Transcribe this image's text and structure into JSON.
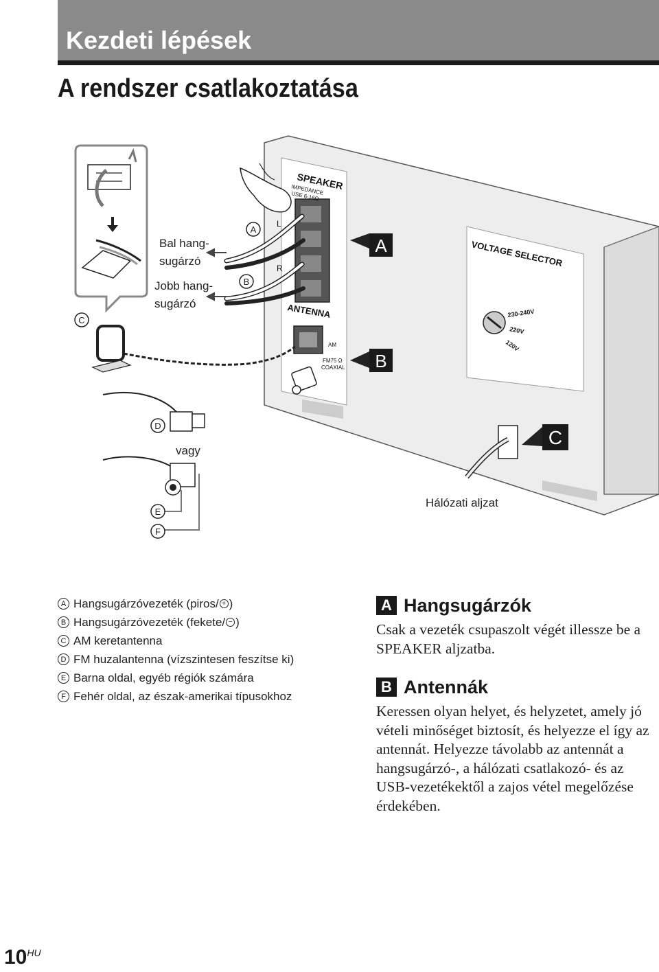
{
  "header": {
    "section_title": "Kezdeti lépések"
  },
  "page_title": "A rendszer csatlakoztatása",
  "diagram": {
    "labels": {
      "bal_hang": "Bal hang-",
      "bal_sugarzo": "sugárzó",
      "jobb_hang": "Jobb hang-",
      "jobb_sugarzo": "sugárzó",
      "vagy": "vagy",
      "halozati": "Hálózati aljzat",
      "speaker": "SPEAKER",
      "impedance": "IMPEDANCE",
      "use": "USE 6-16Ω",
      "antenna": "ANTENNA",
      "am": "AM",
      "fm": "FM75 Ω",
      "coaxial": "COAXIAL",
      "voltage_selector": "VOLTAGE SELECTOR",
      "v230": "230-240V",
      "v220": "220V",
      "v120": "120V",
      "L": "L",
      "R": "R"
    },
    "callouts": {
      "A": "A",
      "B": "B",
      "C": "C",
      "D": "D",
      "E": "E",
      "F": "F"
    },
    "boxes": {
      "A": "A",
      "B": "B",
      "C": "C"
    }
  },
  "legend": [
    {
      "letter": "A",
      "pre": "Hangsugárzóvezeték (piros/",
      "symbol": "+",
      "post": ")"
    },
    {
      "letter": "B",
      "pre": "Hangsugárzóvezeték (fekete/",
      "symbol": "−",
      "post": ")"
    },
    {
      "letter": "C",
      "pre": "AM keretantenna",
      "symbol": "",
      "post": ""
    },
    {
      "letter": "D",
      "pre": "FM huzalantenna (vízszintesen feszítse ki)",
      "symbol": "",
      "post": ""
    },
    {
      "letter": "E",
      "pre": "Barna oldal, egyéb régiók számára",
      "symbol": "",
      "post": ""
    },
    {
      "letter": "F",
      "pre": "Fehér oldal, az észak-amerikai típusokhoz",
      "symbol": "",
      "post": ""
    }
  ],
  "sections": {
    "a": {
      "letter": "A",
      "title": "Hangsugárzók",
      "text": "Csak a vezeték csupaszolt végét illessze be a SPEAKER aljzatba."
    },
    "b": {
      "letter": "B",
      "title": "Antennák",
      "text": "Keressen olyan helyet, és helyzetet, amely jó vételi minőséget biztosít, és helyezze el így az antennát. Helyezze távolabb az antennát a hangsugárzó-, a hálózati csatlakozó- és az USB-vezetékektől a zajos vétel megelőzése érdekében."
    }
  },
  "page_number": {
    "number": "10",
    "lang": "HU"
  }
}
